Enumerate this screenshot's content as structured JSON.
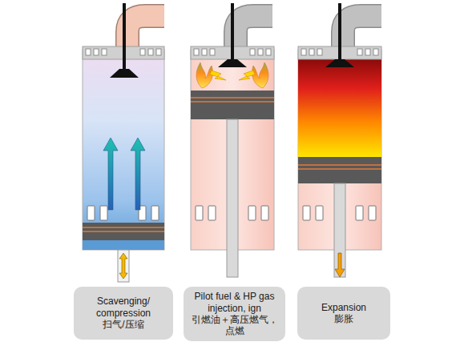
{
  "diagram": {
    "nodes": [
      {
        "text": [
          "Scavenging/ compression",
          "扫气/压缩"
        ]
      },
      {
        "text": [
          "Pilot fuel & HP gas injection, ign",
          "引燃油＋高压燃气，点燃"
        ]
      },
      {
        "text": [
          "Expansion",
          "膨胀"
        ]
      }
    ]
  }
}
